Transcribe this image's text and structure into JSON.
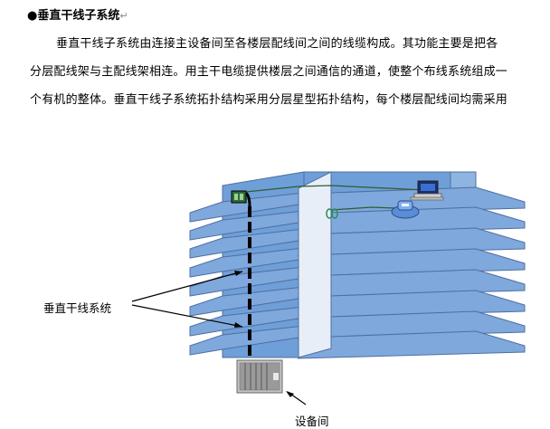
{
  "heading": {
    "bullet": "●",
    "title": "垂直干线子系统",
    "return_mark": "↵"
  },
  "paragraph": {
    "line1": "垂直干线子系统由连接主设备间至各楼层配线间之间的线缆构成。其功能主要是把各",
    "line2": "分层配线架与主配线架相连。用主干电缆提供楼层之间通信的通道，使整个布线系统组成一",
    "line3": "个有机的整体。垂直干线子系统拓扑结构采用分层星型拓扑结构，每个楼层配线间均需采用"
  },
  "diagram": {
    "labels": {
      "riser": "垂直干线系统",
      "equipment_room": "设备间"
    },
    "colors": {
      "floor_fill": "#7fa8dc",
      "floor_stroke": "#4f6fa0",
      "wall_fill": "#6f9fd8",
      "riser": "#000000",
      "phone": "#5b8cd6",
      "cable_green": "#2e8b57"
    },
    "icons": [
      "computer-icon",
      "telephone-icon",
      "server-rack-icon",
      "connector-icon"
    ]
  }
}
